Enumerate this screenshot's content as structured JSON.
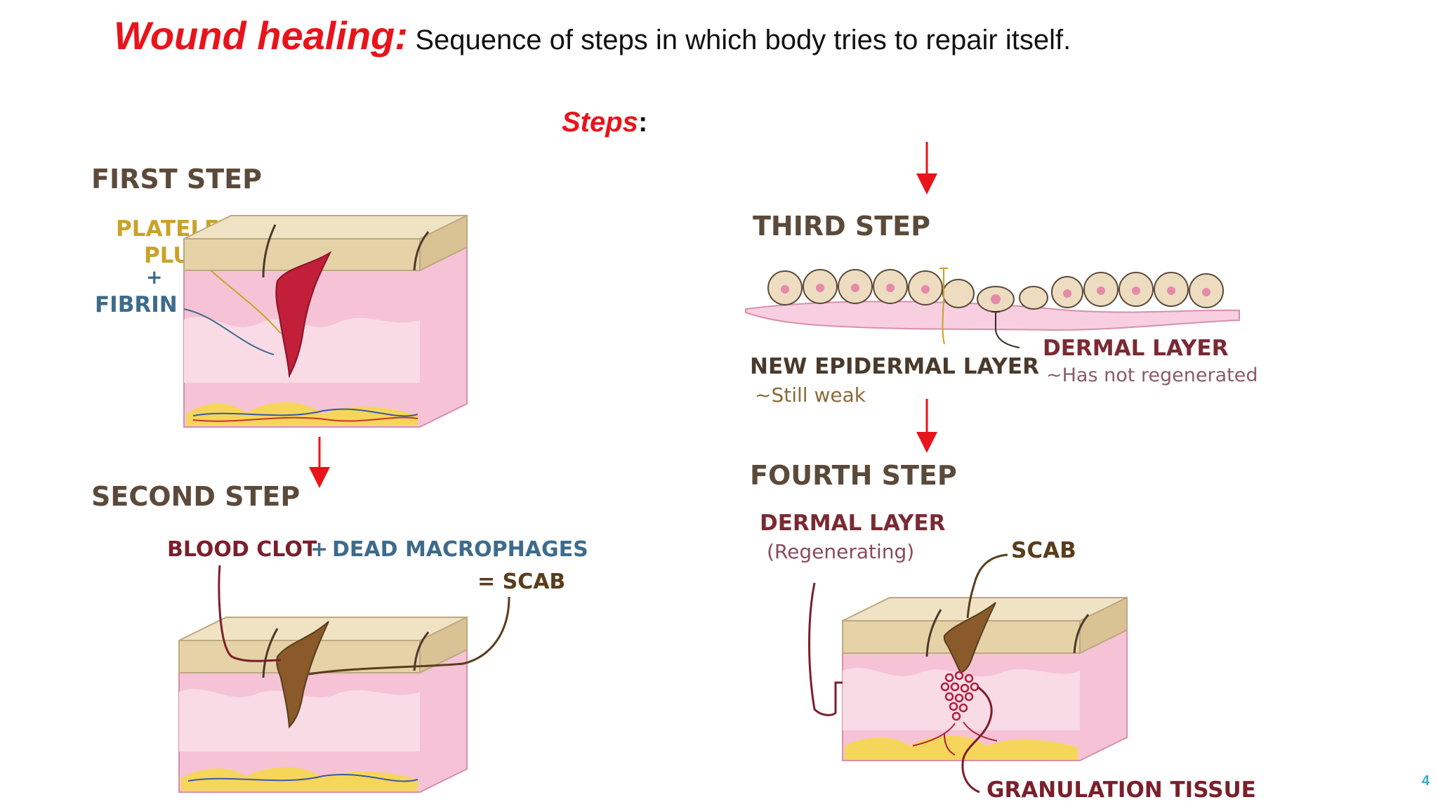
{
  "title": {
    "main": "Wound healing:",
    "subtitle": "Sequence of steps in which body tries to repair itself."
  },
  "steps_label": "Steps",
  "steps_colon": ":",
  "first_step": {
    "heading": "FIRST STEP",
    "label_platelet": "PLATELET",
    "label_plug": "PLUG",
    "label_plus": "+",
    "label_fibrin": "FIBRIN"
  },
  "second_step": {
    "heading": "SECOND STEP",
    "label_blood_clot": "BLOOD CLOT",
    "label_plus": "+",
    "label_dead_macrophages": "DEAD MACROPHAGES",
    "label_scab": "= SCAB"
  },
  "third_step": {
    "heading": "THIRD STEP",
    "label_new_epidermal": "NEW EPIDERMAL LAYER",
    "note_still_weak": "~Still weak",
    "label_dermal": "DERMAL LAYER",
    "note_not_regenerated": "~Has not regenerated"
  },
  "fourth_step": {
    "heading": "FOURTH STEP",
    "label_dermal": "DERMAL LAYER",
    "note_regenerating": "(Regenerating)",
    "label_scab": "SCAB",
    "label_granulation": "GRANULATION TISSUE"
  },
  "page_number": "4",
  "colors": {
    "accent_red": "#e8141b",
    "heading_brown": "#5b4a3a",
    "platelet_gold": "#c9a227",
    "fibrin_blue": "#3d6b8c",
    "clot_maroon": "#7a1f2b",
    "scab_brown": "#5a3d1c",
    "page_number_blue": "#3aa7c9"
  }
}
